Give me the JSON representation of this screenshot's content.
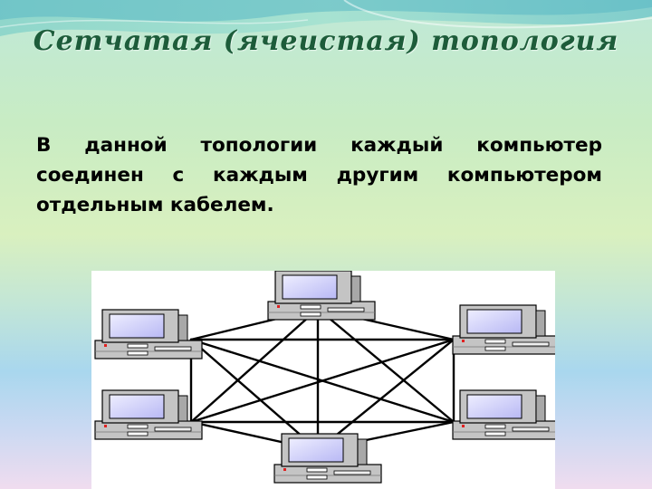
{
  "slide": {
    "title": "Сетчатая  (ячеистая)  топология",
    "description": "В данной топологии каждый компьютер соединен с каждым другим компьютером отдельным кабелем."
  },
  "diagram": {
    "nodes": [
      {
        "id": "pc-top",
        "icon": "desktop-computer-icon"
      },
      {
        "id": "pc-upper-left",
        "icon": "desktop-computer-icon"
      },
      {
        "id": "pc-upper-right",
        "icon": "desktop-computer-icon"
      },
      {
        "id": "pc-lower-left",
        "icon": "desktop-computer-icon"
      },
      {
        "id": "pc-lower-right",
        "icon": "desktop-computer-icon"
      },
      {
        "id": "pc-bottom",
        "icon": "desktop-computer-icon"
      }
    ],
    "links": "full-mesh"
  },
  "colors": {
    "title": "#1d5c3a",
    "text": "#000000",
    "screen": "#d6d6ff",
    "case": "#c4c4c4",
    "cable": "#000000",
    "indicator": "#e02020"
  }
}
